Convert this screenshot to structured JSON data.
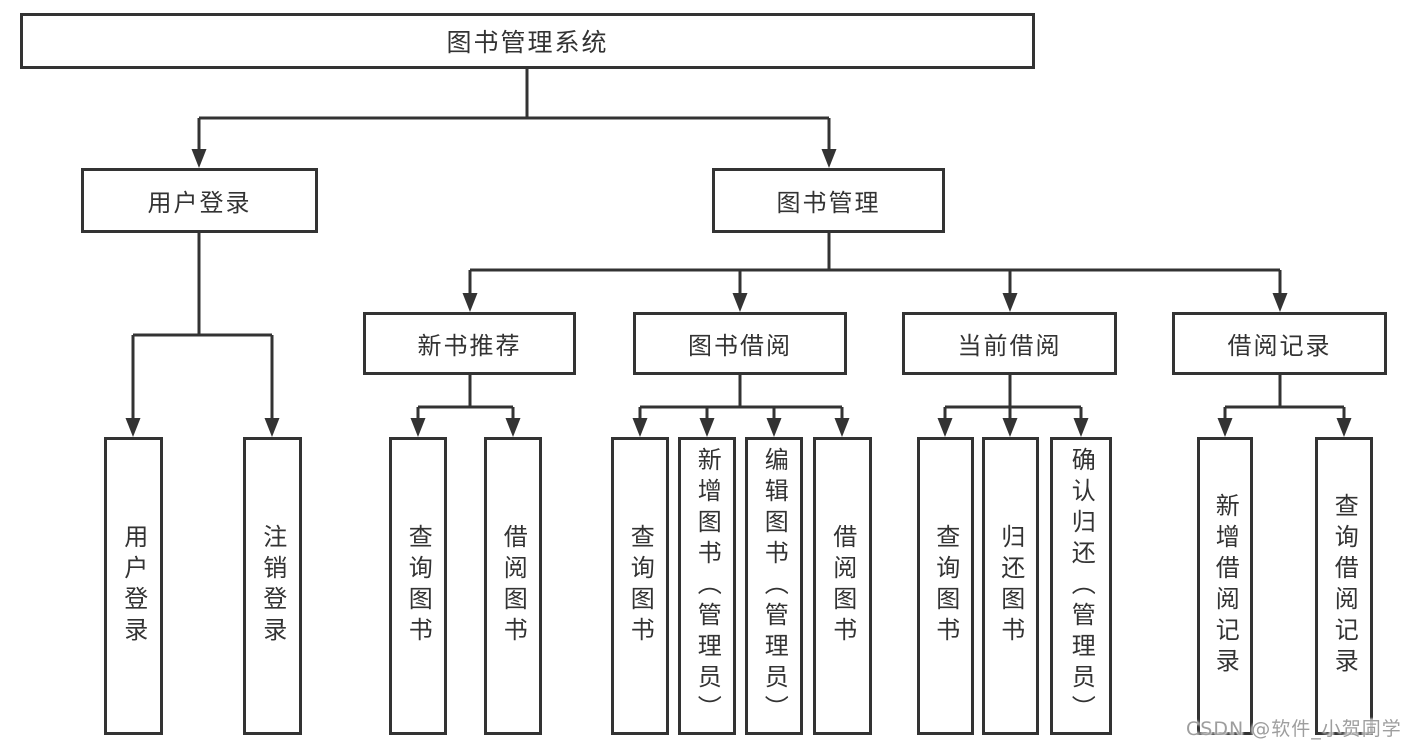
{
  "colors": {
    "line": "#333333",
    "text": "#333333",
    "watermark": "#9E9E9E",
    "background": "#FFFFFF"
  },
  "watermark": "CSDN @软件_小贺同学",
  "tree": {
    "label": "图书管理系统",
    "children": [
      {
        "label": "用户登录",
        "children": [
          {
            "label": "用户登录"
          },
          {
            "label": "注销登录"
          }
        ]
      },
      {
        "label": "图书管理",
        "children": [
          {
            "label": "新书推荐",
            "children": [
              {
                "label": "查询图书"
              },
              {
                "label": "借阅图书"
              }
            ]
          },
          {
            "label": "图书借阅",
            "children": [
              {
                "label": "查询图书"
              },
              {
                "label": "新增图书（管理员）"
              },
              {
                "label": "编辑图书（管理员）"
              },
              {
                "label": "借阅图书"
              }
            ]
          },
          {
            "label": "当前借阅",
            "children": [
              {
                "label": "查询图书"
              },
              {
                "label": "归还图书"
              },
              {
                "label": "确认归还（管理员）"
              }
            ]
          },
          {
            "label": "借阅记录",
            "children": [
              {
                "label": "新增借阅记录"
              },
              {
                "label": "查询借阅记录"
              }
            ]
          }
        ]
      }
    ]
  }
}
